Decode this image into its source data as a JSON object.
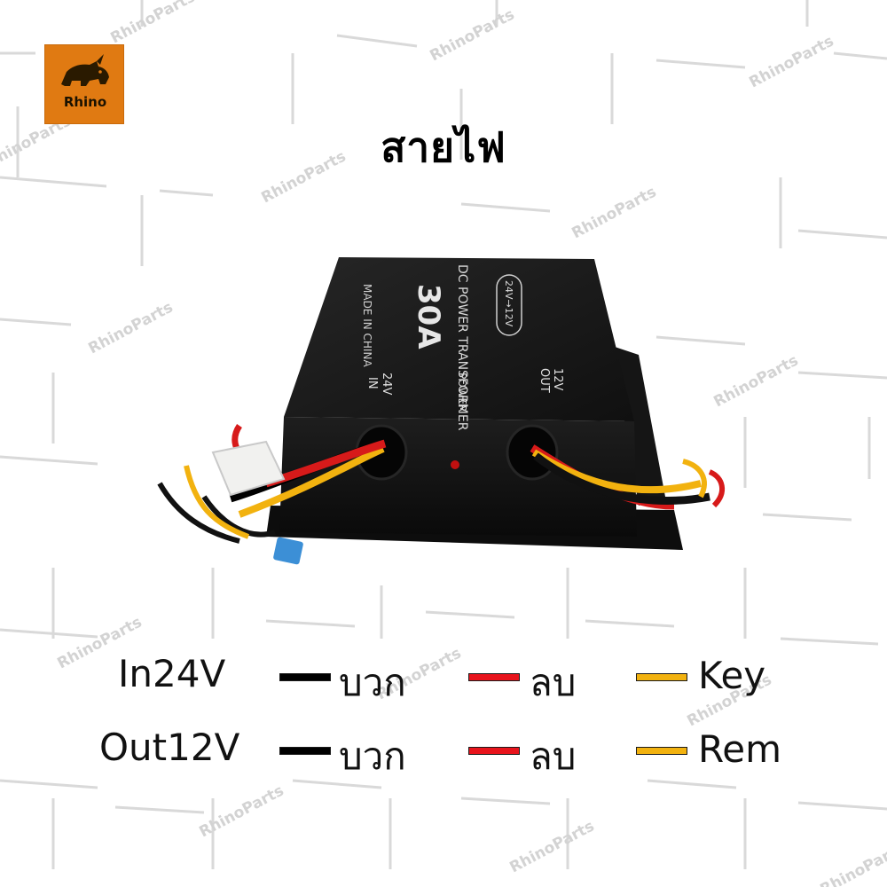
{
  "brand": {
    "logo_text": "Rhino",
    "watermark_text": "RhinoParts"
  },
  "title": "สายไฟ",
  "device": {
    "label_main": "DC POWER TRANSFORMER",
    "label_amp": "30A",
    "label_origin": "MADE IN CHINA",
    "label_badge": "24V→12V",
    "label_power": "POWER",
    "label_in_volt": "24V",
    "label_in": "IN",
    "label_out_volt": "12V",
    "label_out": "OUT"
  },
  "legend": {
    "rows": [
      {
        "label": "In24V",
        "wires": [
          {
            "color": "#000000",
            "text": "บวก"
          },
          {
            "color": "#e8141c",
            "text": "ลบ"
          },
          {
            "color": "#f2b20f",
            "text": "Key"
          }
        ]
      },
      {
        "label": "Out12V",
        "wires": [
          {
            "color": "#000000",
            "text": "บวก"
          },
          {
            "color": "#e8141c",
            "text": "ลบ"
          },
          {
            "color": "#f2b20f",
            "text": "Rem"
          }
        ]
      }
    ]
  }
}
